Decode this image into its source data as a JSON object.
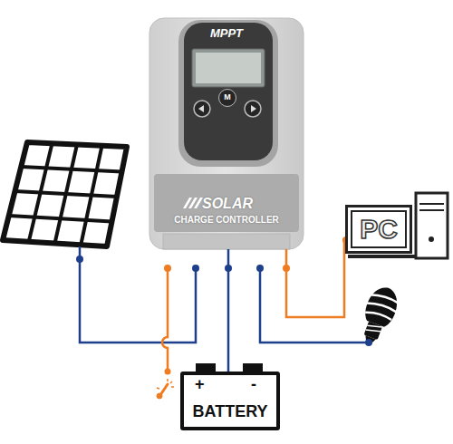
{
  "diagram": {
    "nodes": [
      {
        "text": [
          "MPPT",
          "SOLAR",
          "CHARGE CONTROLLER"
        ]
      },
      {
        "text": [
          "M"
        ],
        "in": 0
      },
      {
        "text": [
          "PC"
        ]
      },
      {
        "text": [
          "+",
          "-",
          "BATTERY"
        ]
      }
    ],
    "edges": [
      {
        "from": 0,
        "to": 3,
        "arrow": "none"
      },
      {
        "from": 0,
        "to": 2,
        "arrow": "none"
      }
    ]
  }
}
